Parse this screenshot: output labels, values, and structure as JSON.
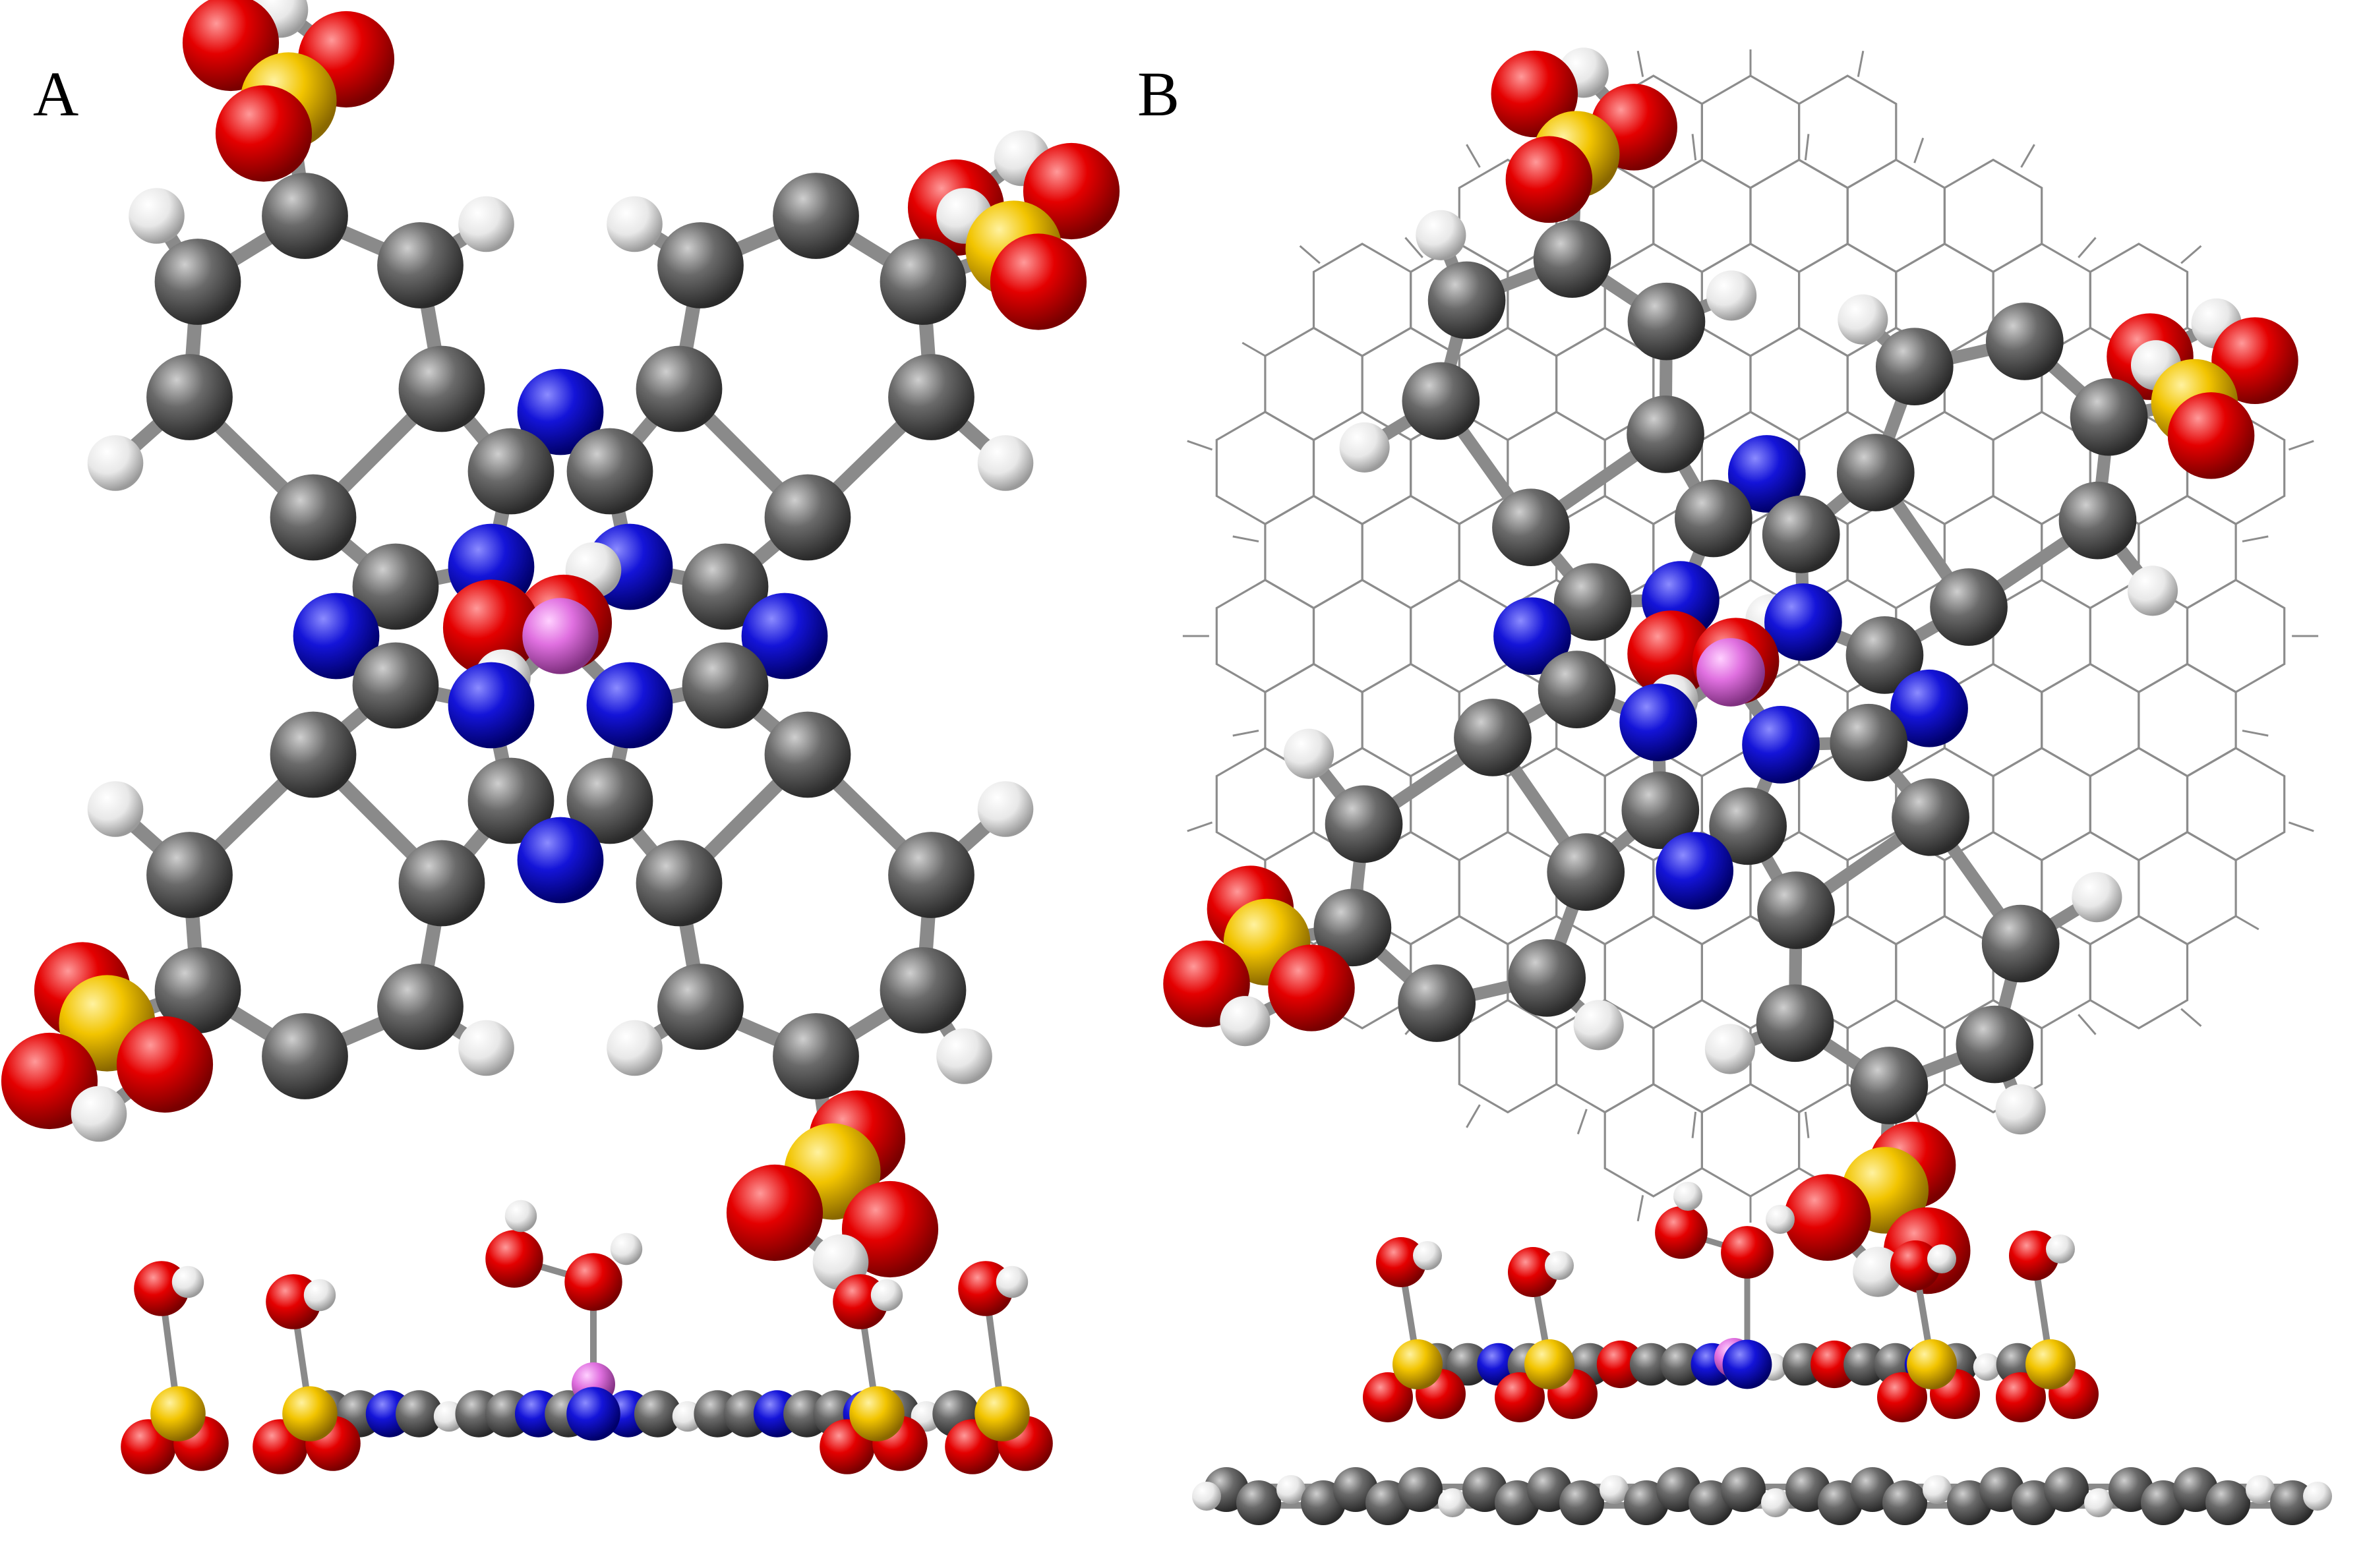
{
  "panels": [
    {
      "id": "A",
      "label": "A"
    },
    {
      "id": "B",
      "label": "B"
    }
  ],
  "colors": {
    "carbon": "#5f5f5f",
    "nitrogen": "#1010c8",
    "hydrogen": "#f0f0f0",
    "oxygen": "#e00000",
    "sulfur": "#f0c000",
    "metal": "#e070e0",
    "bond": "#8a8a8a",
    "graphene": "#8c8c8c"
  }
}
